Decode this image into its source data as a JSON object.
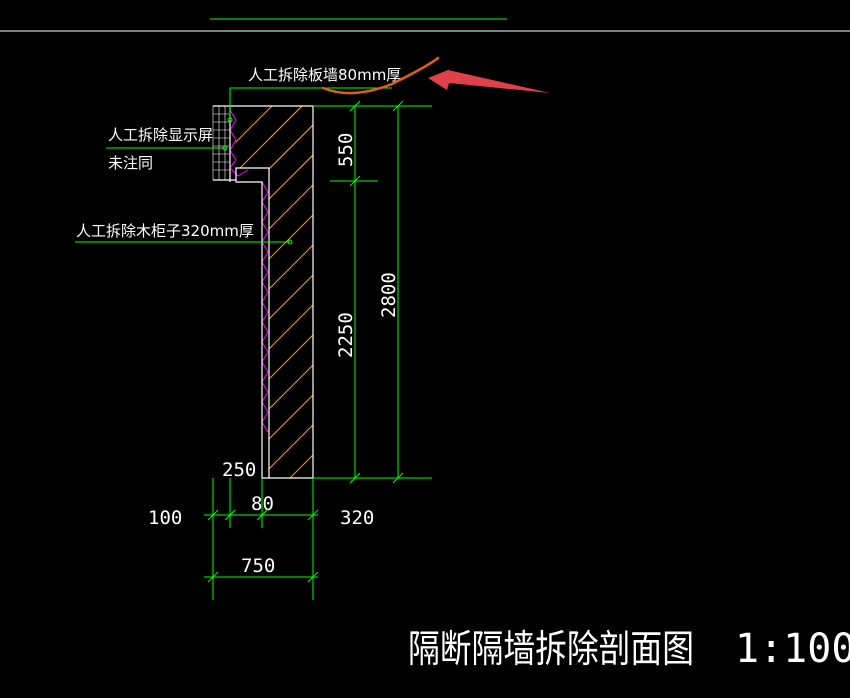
{
  "annotations": {
    "panel_wall": "人工拆除板墙80mm厚",
    "display_screen": "人工拆除显示屏",
    "display_screen_note": "未注同",
    "wood_column": "人工拆除木柜子320mm厚"
  },
  "dimensions": {
    "top_segment": "550",
    "middle_segment": "2250",
    "overall_height": "2800",
    "base_offset": "250",
    "left_width": "100",
    "panel_width": "80",
    "column_width": "320",
    "total_width": "750"
  },
  "title": {
    "name": "隔断隔墙拆除剖面图",
    "scale": "1:100"
  },
  "colors": {
    "background": "#000000",
    "outline": "#ffffff",
    "dimension_lines": "#00ff00",
    "hatch": "#ff9900",
    "fill_pattern": "#ff00ff",
    "markup_arrow": "#e0404a",
    "markup_underline": "#e06010"
  }
}
